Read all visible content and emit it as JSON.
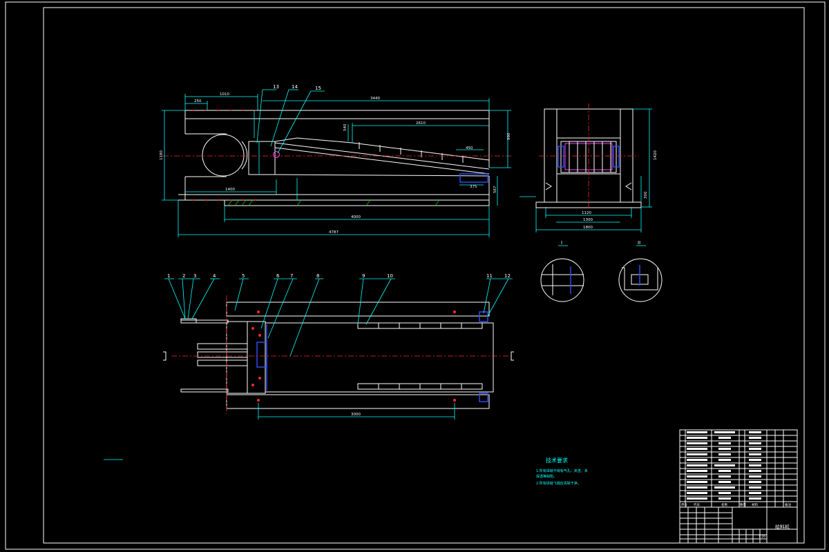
{
  "colors": {
    "background": "#000000",
    "outline": "#ffffff",
    "dimension": "#00ffff",
    "centerline": "#ff2a2a",
    "hidden": "#3050ff"
  },
  "front_view": {
    "dimensions": [
      "1010",
      "250",
      "3440",
      "2610",
      "450",
      "990",
      "1180",
      "1400",
      "4000",
      "4787",
      "540",
      "375",
      "567"
    ]
  },
  "side_view": {
    "dimensions": [
      "1420",
      "1120",
      "1300",
      "1800",
      "300"
    ]
  },
  "detail_marks": [
    "I",
    "II"
  ],
  "part_callouts": {
    "front": [
      "13",
      "14",
      "15"
    ],
    "plan": [
      "1",
      "2",
      "3",
      "4",
      "5",
      "6",
      "7",
      "8",
      "9",
      "10",
      "11",
      "12"
    ]
  },
  "plan_view": {
    "dimension": "3000"
  },
  "technical_requirements": {
    "title": "技术要求",
    "lines": [
      "1.所有焊缝不得有气孔、夹渣、未",
      "焊透等缺陷。",
      "2.所有焊缝飞溅应清除干净。"
    ]
  },
  "title_block": {
    "header": [
      "序号",
      "代号",
      "名称",
      "数量",
      "材料",
      "备注"
    ],
    "scale": "1:20",
    "drawing_name": "给料机"
  }
}
